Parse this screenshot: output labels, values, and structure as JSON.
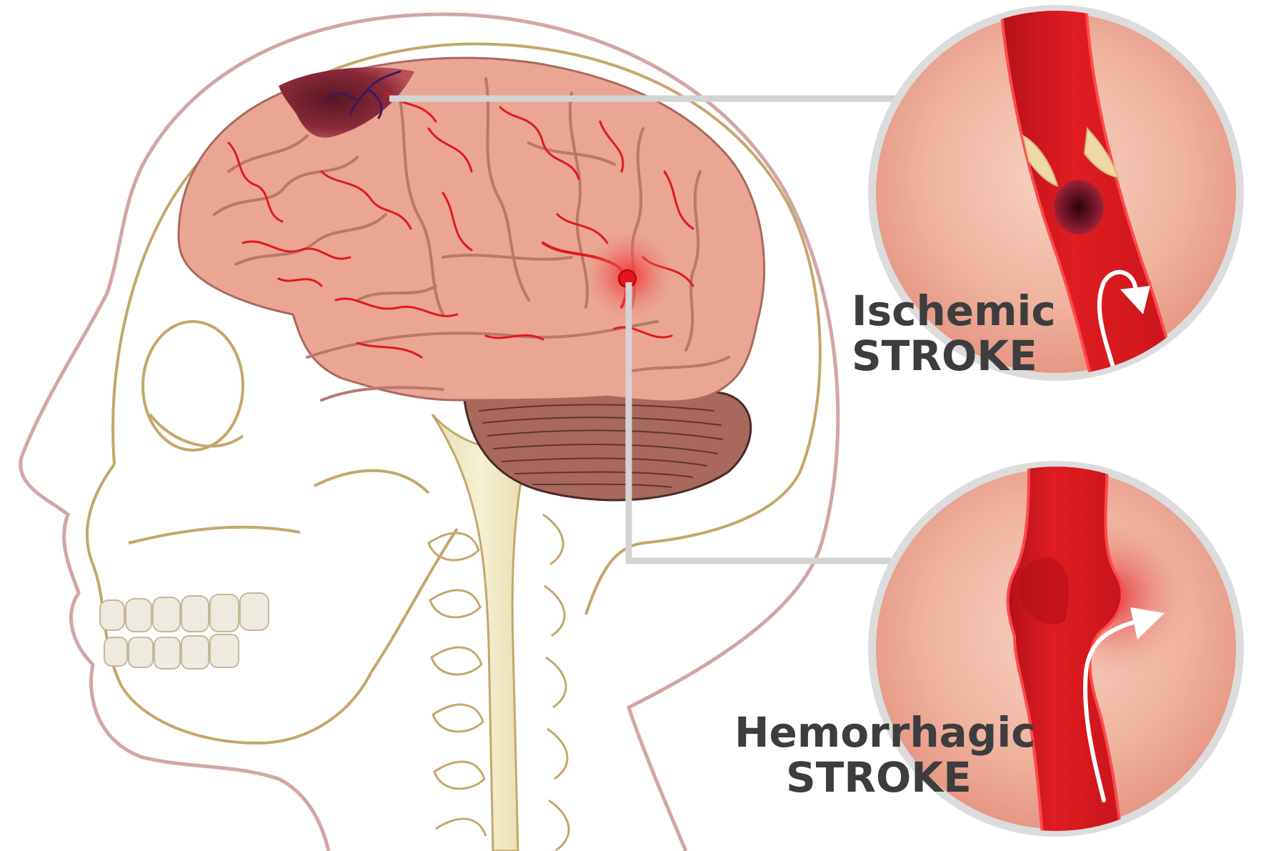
{
  "labels": {
    "ischemic": {
      "line1": "Ischemic",
      "line2": "STROKE"
    },
    "hemorrhagic": {
      "line1": "Hemorrhagic",
      "line2": "STROKE"
    }
  },
  "colors": {
    "brain": "#e8a291",
    "brain_light": "#f2bbab",
    "brain_shadow": "#c98172",
    "vessel": "#e11a1a",
    "vessel_dark": "#b30f12",
    "skull_outline": "#c4a76a",
    "head_outline": "#d4a5a5",
    "callout_line": "#d3d3d3",
    "inset_border": "#dcdcdc",
    "inset_bg": "#efb39f",
    "plaque": "#efd7a6",
    "clot": "#5b0f1e",
    "label": "#3d3d3d",
    "spine": "#f3ecc9",
    "cerebellum": "#9b5f56"
  },
  "icons": {
    "flow_arrow": "white-curved-arrow-icon",
    "blood_clot": "clot-icon",
    "plaque": "plaque-icon",
    "bleed_site": "bleed-glow-icon"
  }
}
